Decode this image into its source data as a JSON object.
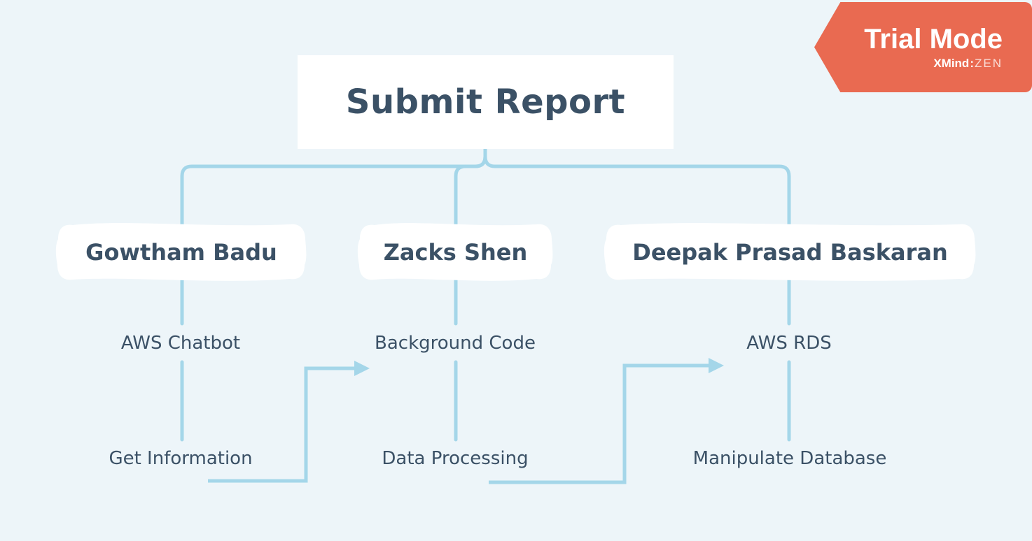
{
  "badge": {
    "title": "Trial Mode",
    "brand_bold": "XMind",
    "brand_sep": ":",
    "brand_light": "ZEN"
  },
  "root": {
    "label": "Submit Report"
  },
  "branches": [
    {
      "label": "Gowtham Badu",
      "subtopics": [
        "AWS Chatbot",
        "Get Information"
      ]
    },
    {
      "label": "Zacks Shen",
      "subtopics": [
        "Background Code",
        "Data Processing"
      ]
    },
    {
      "label": "Deepak Prasad Baskaran",
      "subtopics": [
        "AWS RDS",
        "Manipulate Database"
      ]
    }
  ],
  "relationships": [
    {
      "from": "Get Information",
      "to": "Background Code"
    },
    {
      "from": "Data Processing",
      "to": "AWS RDS"
    }
  ],
  "colors": {
    "background": "#EDF5F9",
    "connector": "#A4D6E9",
    "node_bg": "#FFFFFF",
    "text": "#3B5166",
    "badge_bg": "#E96A51",
    "badge_text": "#FFFFFF"
  }
}
